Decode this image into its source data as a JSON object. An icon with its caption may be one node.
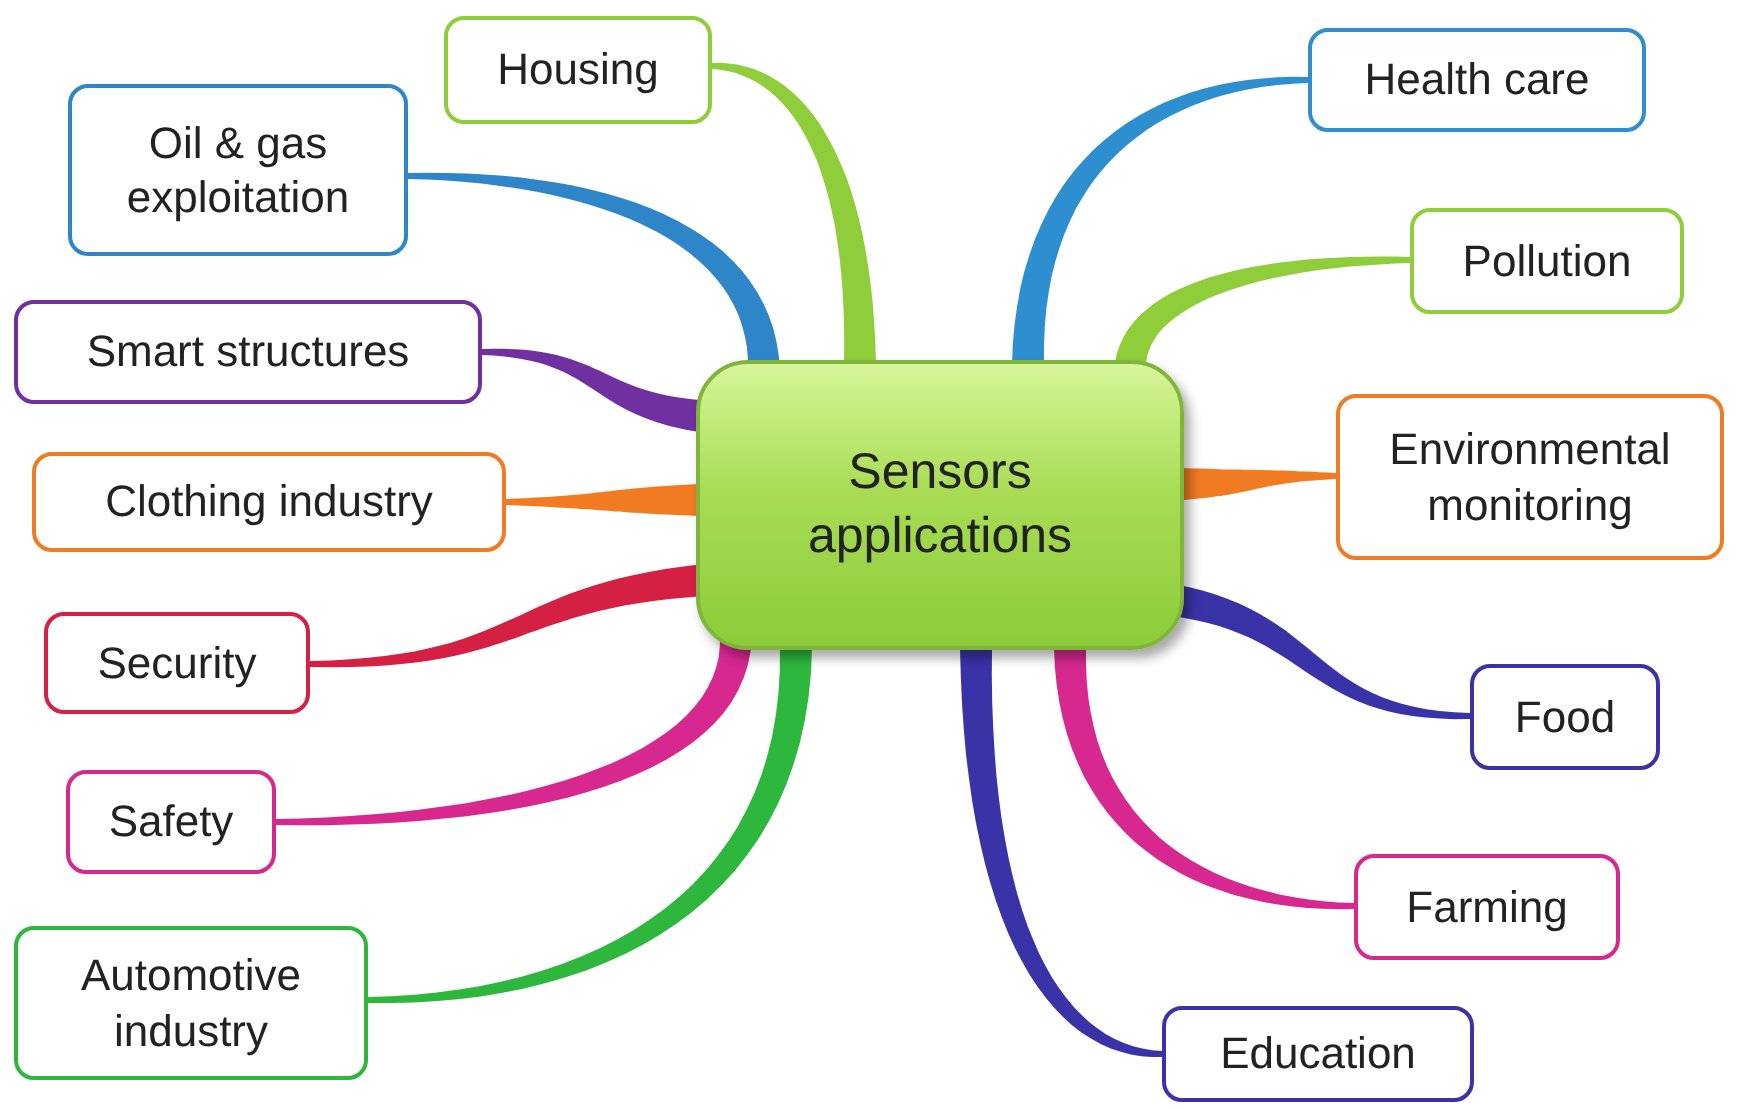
{
  "diagram": {
    "nodes": [
      {
        "text": [
          "Sensors applications"
        ]
      },
      {
        "text": [
          "Housing"
        ]
      },
      {
        "text": [
          "Oil & gas exploitation"
        ]
      },
      {
        "text": [
          "Smart structures"
        ]
      },
      {
        "text": [
          "Clothing industry"
        ]
      },
      {
        "text": [
          "Security"
        ]
      },
      {
        "text": [
          "Safety"
        ]
      },
      {
        "text": [
          "Automotive industry"
        ]
      },
      {
        "text": [
          "Health care"
        ]
      },
      {
        "text": [
          "Pollution"
        ]
      },
      {
        "text": [
          "Environmental monitoring"
        ]
      },
      {
        "text": [
          "Food"
        ]
      },
      {
        "text": [
          "Farming"
        ]
      },
      {
        "text": [
          "Education"
        ]
      }
    ],
    "edges": [
      {
        "from": 0,
        "to": 1,
        "arrow": "none",
        "color": "#8fce3a"
      },
      {
        "from": 0,
        "to": 2,
        "arrow": "none",
        "color": "#2e86c8"
      },
      {
        "from": 0,
        "to": 3,
        "arrow": "none",
        "color": "#7030a0"
      },
      {
        "from": 0,
        "to": 4,
        "arrow": "none",
        "color": "#f07b23"
      },
      {
        "from": 0,
        "to": 5,
        "arrow": "none",
        "color": "#d42043"
      },
      {
        "from": 0,
        "to": 6,
        "arrow": "none",
        "color": "#d6288f"
      },
      {
        "from": 0,
        "to": 7,
        "arrow": "none",
        "color": "#2db83d"
      },
      {
        "from": 0,
        "to": 8,
        "arrow": "none",
        "color": "#2e8fd0"
      },
      {
        "from": 0,
        "to": 9,
        "arrow": "none",
        "color": "#8fce3a"
      },
      {
        "from": 0,
        "to": 10,
        "arrow": "none",
        "color": "#f07b23"
      },
      {
        "from": 0,
        "to": 11,
        "arrow": "none",
        "color": "#3a33a8"
      },
      {
        "from": 0,
        "to": 12,
        "arrow": "none",
        "color": "#d6288f"
      },
      {
        "from": 0,
        "to": 13,
        "arrow": "none",
        "color": "#3a33a8"
      }
    ]
  }
}
